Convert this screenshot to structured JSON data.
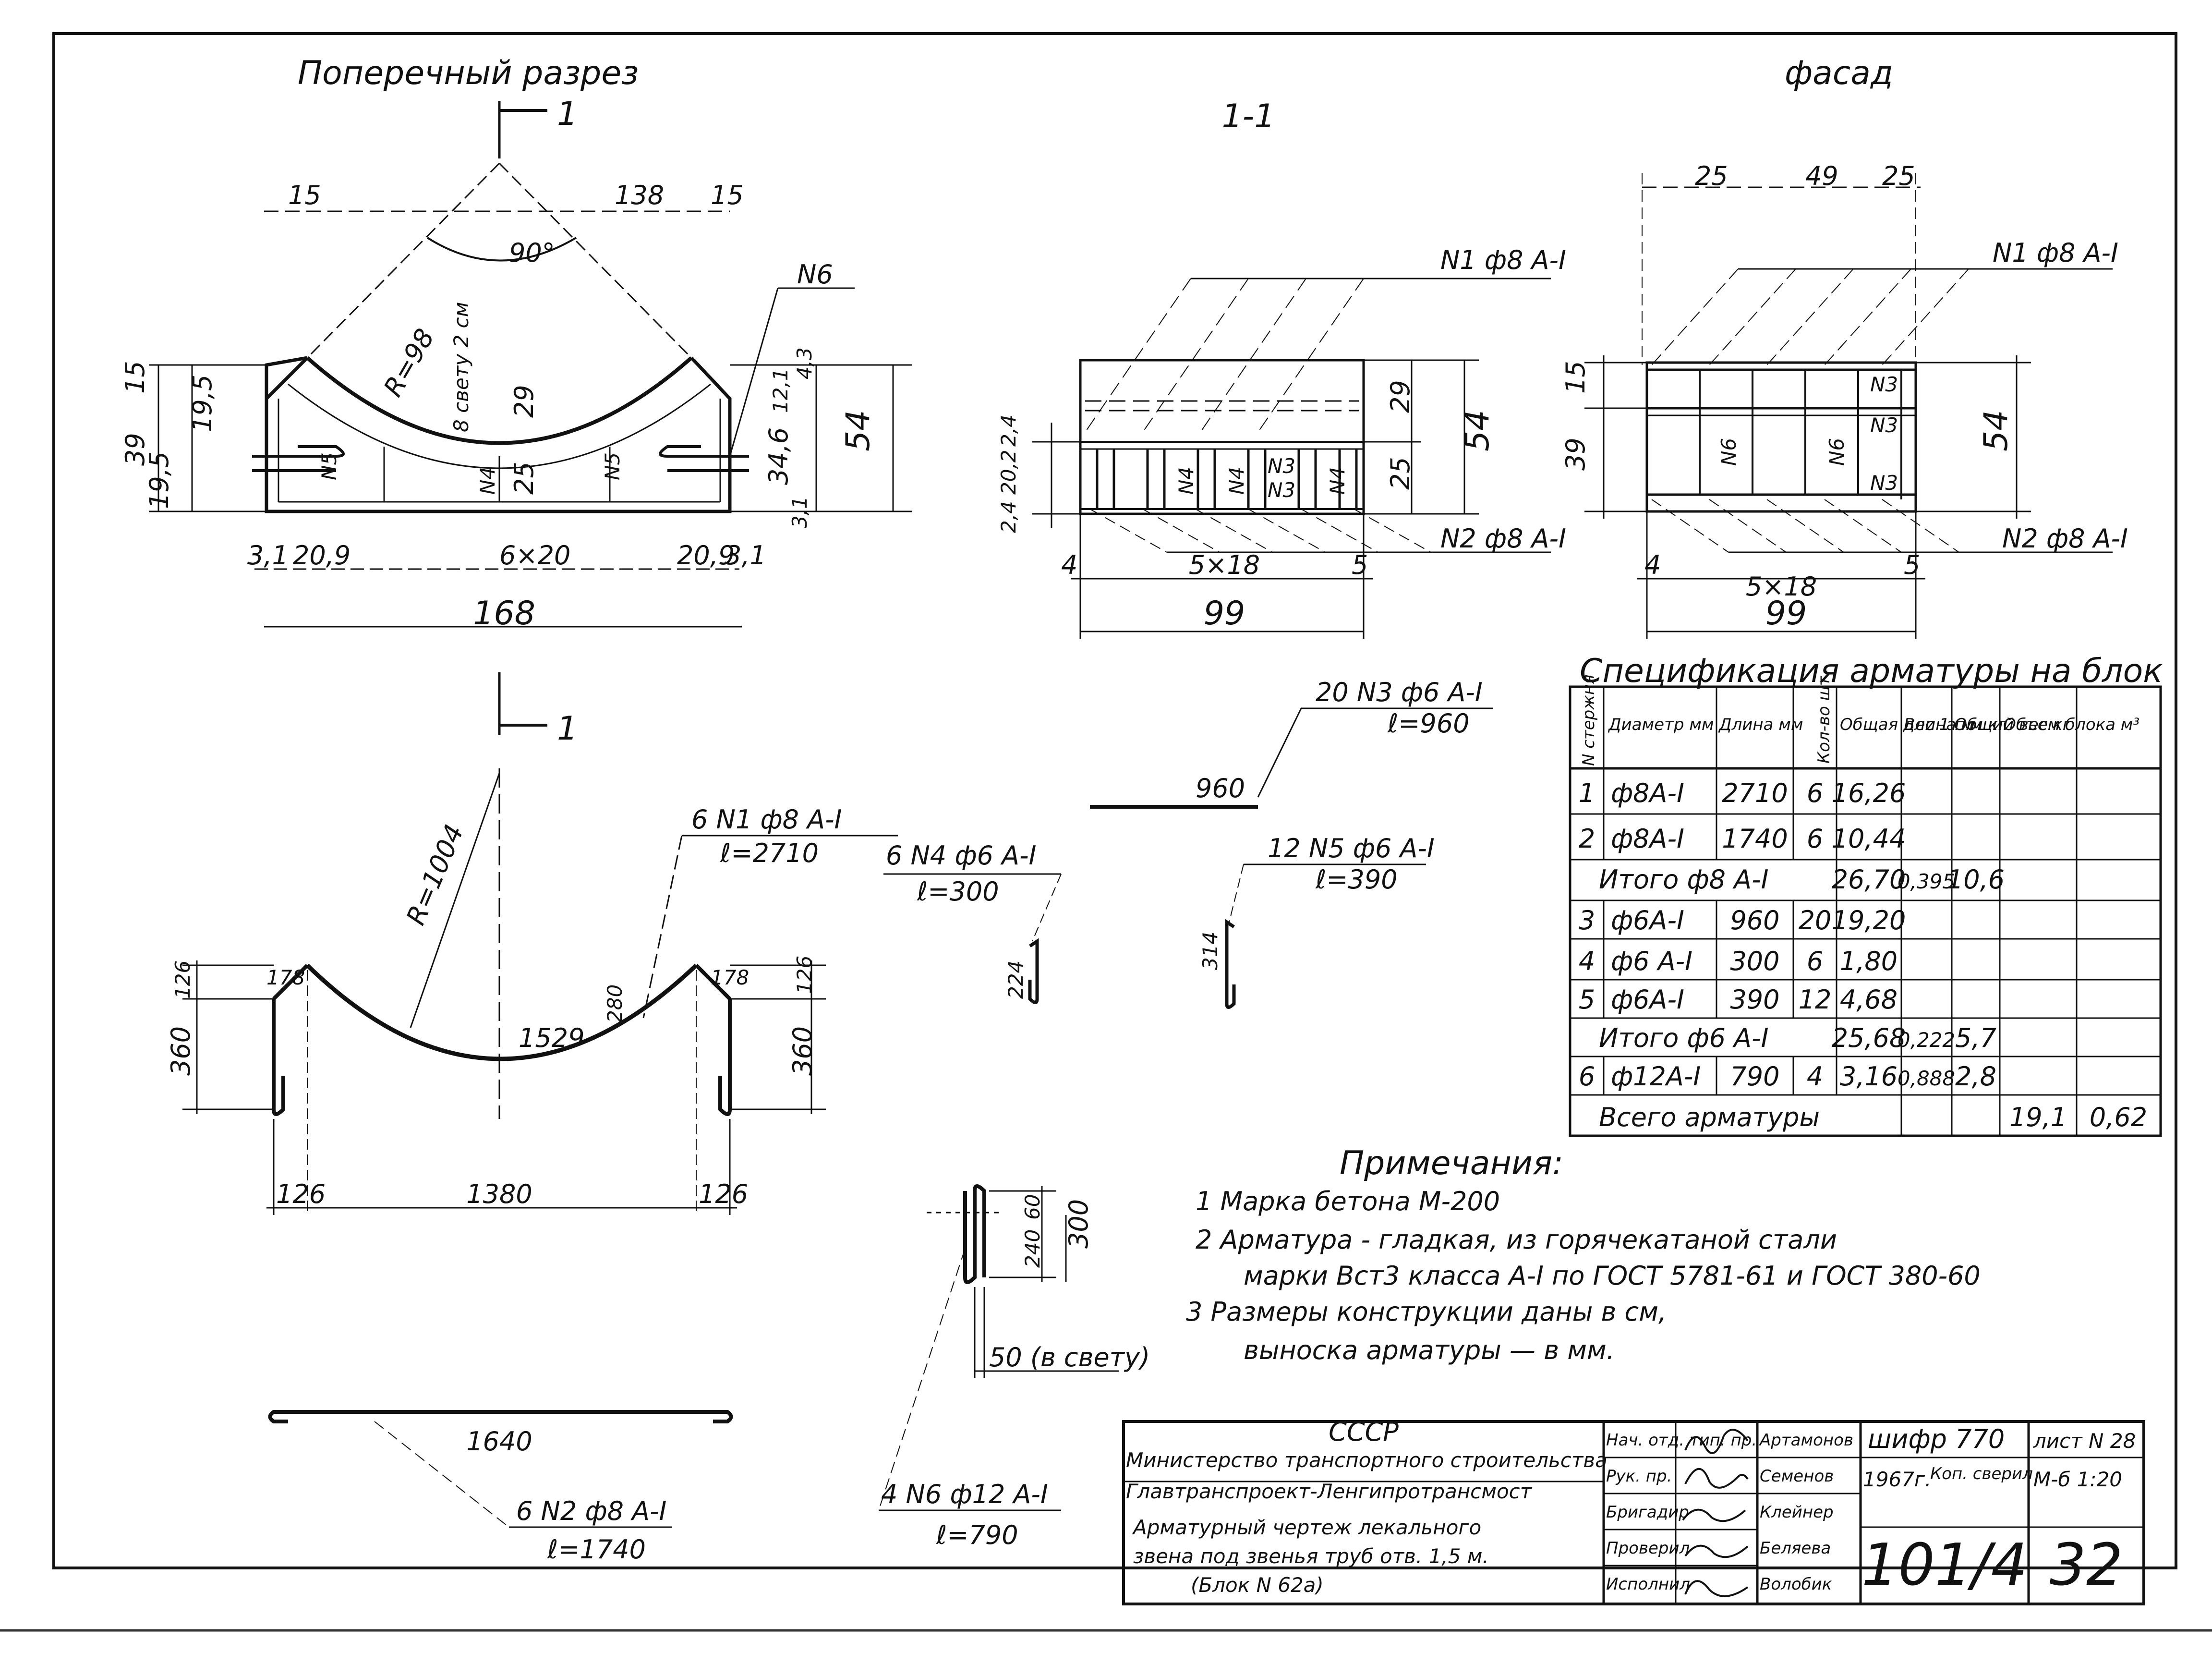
{
  "titles": {
    "cross_section": "Поперечный разрез",
    "section_11": "1-1",
    "facade": "фасад",
    "cut_mark": "1"
  },
  "cross_section": {
    "dims": {
      "top_15_left": "15",
      "top_138": "138",
      "top_15_right": "15",
      "angle": "90°",
      "radius": "R=98",
      "clear": "8 свету 2 см",
      "n6": "N6",
      "d15": "15",
      "d39": "39",
      "d195a": "19,5",
      "d195b": "19,5",
      "d43": "4,3",
      "d121": "12,1",
      "d346": "34,6",
      "d54": "54",
      "d31r": "3,1",
      "d29": "29",
      "d25": "25",
      "n5a": "N5",
      "n5b": "N5",
      "n4": "N4",
      "b31l": "3,1",
      "b209l": "20,9",
      "b6x20": "6×20",
      "b209r": "20,9",
      "b31r": "3,1",
      "total168": "168"
    }
  },
  "section11": {
    "n1": "N1 ф8 А-I",
    "n2": "N2 ф8 А-I",
    "d29": "29",
    "d25": "25",
    "d54": "54",
    "d24a": "2,4",
    "d202": "20,2",
    "d24b": "2,4",
    "n4a": "N4",
    "n4b": "N4",
    "n4c": "N4",
    "n3a": "N3",
    "n3b": "N3",
    "b4": "4",
    "b5x18": "5×18",
    "b5": "5",
    "b99": "99"
  },
  "facade": {
    "top25a": "25",
    "top49": "49",
    "top25b": "25",
    "n1": "N1 ф8 А-I",
    "n2": "N2 ф8 А-I",
    "d15": "15",
    "d39": "39",
    "d54": "54",
    "n3a": "N3",
    "n3b": "N3",
    "n3c": "N3",
    "n6a": "N6",
    "n6b": "N6",
    "b4": "4",
    "b5x18": "5×18",
    "b5": "5",
    "b99": "99"
  },
  "bars": {
    "arc": {
      "label": "6 N1 ф8 А-I",
      "len": "ℓ=2710",
      "radius": "R=1004",
      "d178a": "178",
      "d178b": "178",
      "d126a": "126",
      "d126b": "126",
      "d360a": "360",
      "d360b": "360",
      "d280": "280",
      "d1529": "1529",
      "b126a": "126",
      "b1380": "1380",
      "b126b": "126"
    },
    "n2": {
      "label": "6 N2 ф8 А-I",
      "len": "ℓ=1740",
      "dim": "1640"
    },
    "n3": {
      "label": "20 N3 ф6 А-I",
      "len": "ℓ=960",
      "dim": "960"
    },
    "n4": {
      "label": "6 N4 ф6 А-I",
      "len": "ℓ=300",
      "dim": "224"
    },
    "n5": {
      "label": "12 N5 ф6 А-I",
      "len": "ℓ=390",
      "dim": "314"
    },
    "n6": {
      "label": "4 N6 ф12 А-I",
      "len": "ℓ=790",
      "d60": "60",
      "d240": "240",
      "d300": "300",
      "clear": "50 (в свету)"
    }
  },
  "spec": {
    "title": "Спецификация арматуры на блок",
    "headers": [
      "N стержня",
      "Диаметр мм",
      "Длина мм",
      "Кол-во шт",
      "Общая длина м",
      "Вес 1 п.м кг",
      "Общий вес кг",
      "Объем блока м³"
    ],
    "rows": [
      [
        "1",
        "ф8А-I",
        "2710",
        "6",
        "16,26",
        "",
        "",
        ""
      ],
      [
        "2",
        "ф8А-I",
        "1740",
        "6",
        "10,44",
        "",
        "",
        ""
      ],
      [
        "Итого ф8 А-I",
        "26,70",
        "0,395",
        "10,6",
        ""
      ],
      [
        "3",
        "ф6А-I",
        "960",
        "20",
        "19,20",
        "",
        "",
        ""
      ],
      [
        "4",
        "ф6 А-I",
        "300",
        "6",
        "1,80",
        "",
        "",
        ""
      ],
      [
        "5",
        "ф6А-I",
        "390",
        "12",
        "4,68",
        "",
        "",
        ""
      ],
      [
        "Итого ф6 А-I",
        "25,68",
        "0,222",
        "5,7",
        ""
      ],
      [
        "6",
        "ф12А-I",
        "790",
        "4",
        "3,16",
        "0,888",
        "2,8",
        ""
      ],
      [
        "Всего арматуры",
        "19,1",
        "0,62"
      ]
    ]
  },
  "notes": {
    "title": "Примечания:",
    "items": [
      "1  Марка бетона  М-200",
      "2  Арматура - гладкая, из горячекатаной стали",
      "марки Вст3 класса А-I по ГОСТ 5781-61 и ГОСТ 380-60",
      "3  Размеры конструкции даны в см,",
      "выноска арматуры — в мм."
    ]
  },
  "title_block": {
    "org1": "СССР",
    "org2": "Министерство транспортного строительства",
    "org3": "Главтранспроект-Ленгипротрансмост",
    "desc1": "Арматурный чертеж лекального",
    "desc2": "звена под звенья труб отв. 1,5 м.",
    "desc3": "(Блок  N 62а)",
    "roles": [
      "Нач. отд. тип. пр.",
      "Рук. пр.",
      "Бригадир",
      "Проверил",
      "Исполнил"
    ],
    "names": [
      "Артамонов",
      "Семенов",
      "Клейнер",
      "Беляева",
      "Волобик"
    ],
    "cipher": "шифр 770",
    "sheet": "лист N 28",
    "year": "1967г.",
    "copy": "Коп. сверил",
    "scale": "М-б 1:20",
    "number": "101/4",
    "page": "32"
  }
}
